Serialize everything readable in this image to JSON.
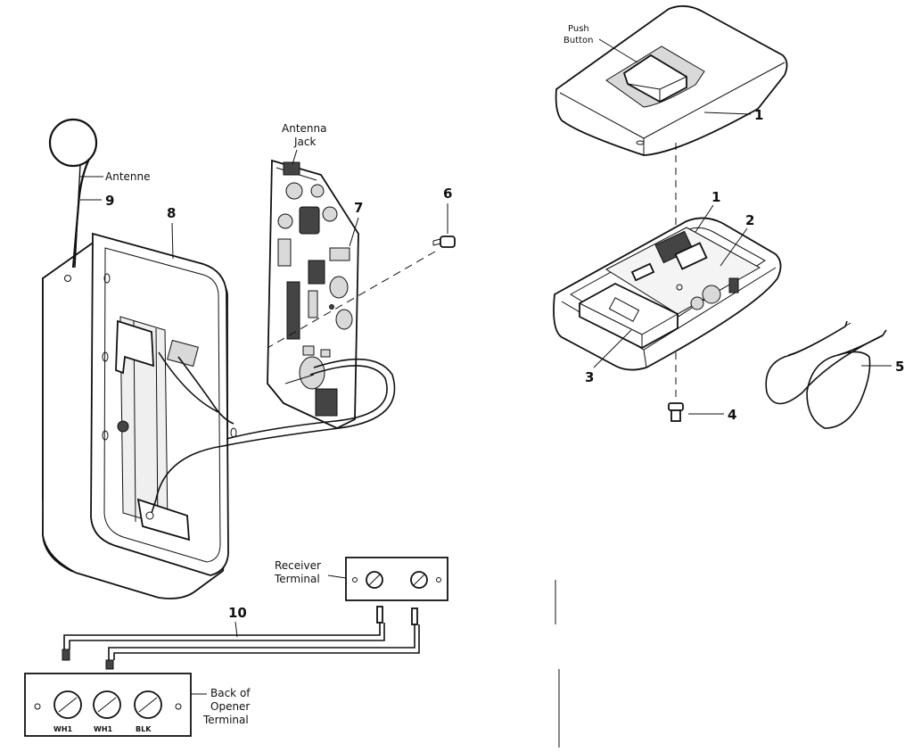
{
  "labels": {
    "antenne": "Antenne",
    "antenna_jack_1": "Antenna",
    "antenna_jack_2": "Jack",
    "push_button_1": "Push",
    "push_button_2": "Button",
    "receiver_terminal_1": "Receiver",
    "receiver_terminal_2": "Terminal",
    "back_opener_1": "Back of",
    "back_opener_2": "Opener",
    "back_opener_3": "Terminal"
  },
  "callouts": {
    "n1_top": "1",
    "n1_board": "1",
    "n2": "2",
    "n3": "3",
    "n4": "4",
    "n5": "5",
    "n6": "6",
    "n7": "7",
    "n8": "8",
    "n9": "9",
    "n10": "10"
  },
  "terminal_labels": [
    "WH1",
    "WH1",
    "BLK"
  ]
}
